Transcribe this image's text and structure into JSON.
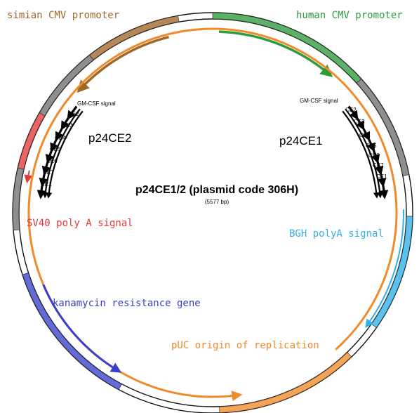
{
  "plasmid": {
    "title": "p24CE1/2 (plasmid code 306H)",
    "size": "(5577 bp)"
  },
  "colors": {
    "backbone": "#111111",
    "gray_segment": "#707070",
    "human_cmv": "#2e9a3c",
    "simian_cmv": "#a0672a",
    "sv40": "#e23b3b",
    "bgh": "#2fb0e8",
    "kanamycin": "#3a40c8",
    "puc": "#f08a2a",
    "insert_arrows": "#000000"
  },
  "features": {
    "human_cmv": {
      "label": "human CMV promoter"
    },
    "simian_cmv": {
      "label": "simian CMV promoter"
    },
    "sv40": {
      "label": "SV40 poly A signal"
    },
    "bgh": {
      "label": "BGH polyA signal"
    },
    "kanamycin": {
      "label": "kanamycin resistance gene"
    },
    "puc": {
      "label": "pUC origin of replication"
    }
  },
  "inserts": {
    "left": {
      "name": "p24CE2",
      "segments": [
        "GM-CSF signal",
        "CE2",
        "CE3",
        "CE4",
        "CE5",
        "CE6",
        "CE7",
        "CE1"
      ]
    },
    "right": {
      "name": "p24CE1",
      "segments": [
        "GM-CSF signal",
        "CE2",
        "CE3",
        "CE4",
        "CE5",
        "CE6",
        "CE7",
        "CE1"
      ]
    }
  }
}
